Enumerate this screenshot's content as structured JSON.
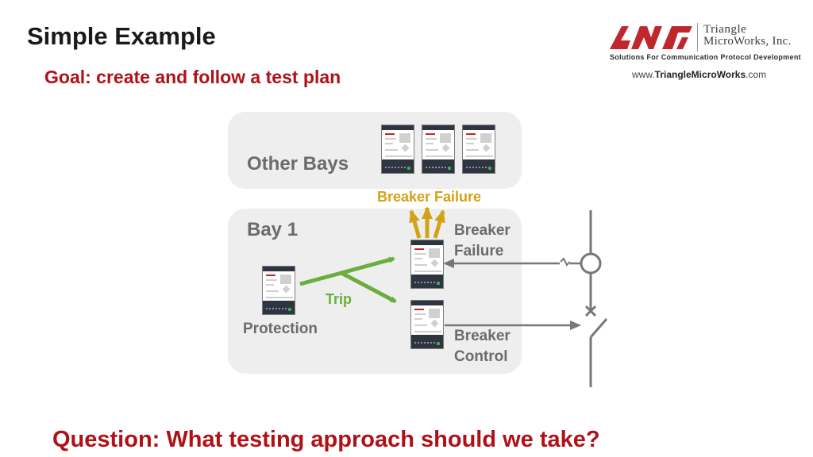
{
  "slide": {
    "title": "Simple Example",
    "goal": "Goal:  create and follow a test plan",
    "question": "Question:  What testing approach should we take?"
  },
  "logo": {
    "name_line1": "Triangle",
    "name_line2": "MicroWorks, Inc.",
    "tagline": "Solutions For Communication Protocol Development",
    "url_prefix": "www.",
    "url_brand": "TriangleMicroWorks",
    "url_suffix": ".com",
    "brand_color": "#c0272d"
  },
  "diagram": {
    "other_bays_label": "Other Bays",
    "bay1_label": "Bay 1",
    "protection_label": "Protection",
    "trip_label": "Trip",
    "breaker_failure_top_label": "Breaker Failure",
    "breaker_failure_label_line1": "Breaker",
    "breaker_failure_label_line2": "Failure",
    "breaker_control_label_line1": "Breaker",
    "breaker_control_label_line2": "Control",
    "colors": {
      "trip_arrow": "#6aae3f",
      "breaker_failure_arrow": "#d4a216",
      "signal_line": "#777777",
      "panel": "#eeeeee"
    }
  }
}
